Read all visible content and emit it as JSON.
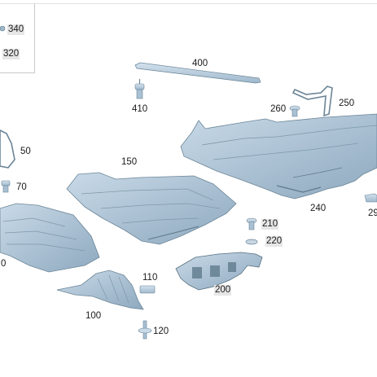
{
  "diagram": {
    "callouts": [
      {
        "id": "340",
        "label": "340",
        "highlight": true
      },
      {
        "id": "320",
        "label": "320",
        "highlight": true
      },
      {
        "id": "400",
        "label": "400",
        "highlight": false
      },
      {
        "id": "410",
        "label": "410",
        "highlight": false
      },
      {
        "id": "260",
        "label": "260",
        "highlight": false
      },
      {
        "id": "250",
        "label": "250",
        "highlight": false
      },
      {
        "id": "50",
        "label": "50",
        "highlight": false
      },
      {
        "id": "150",
        "label": "150",
        "highlight": false
      },
      {
        "id": "70",
        "label": "70",
        "highlight": false
      },
      {
        "id": "210",
        "label": "210",
        "highlight": true
      },
      {
        "id": "240",
        "label": "240",
        "highlight": false
      },
      {
        "id": "29x",
        "label": "29",
        "highlight": false
      },
      {
        "id": "220",
        "label": "220",
        "highlight": true
      },
      {
        "id": "10x",
        "label": "0",
        "highlight": false
      },
      {
        "id": "110",
        "label": "110",
        "highlight": false
      },
      {
        "id": "200",
        "label": "200",
        "highlight": true
      },
      {
        "id": "100",
        "label": "100",
        "highlight": false
      },
      {
        "id": "120",
        "label": "120",
        "highlight": false
      }
    ]
  },
  "colors": {
    "part_fill": "#b9cfe0",
    "part_shadow": "#8aa6bd",
    "part_dark": "#56707f",
    "label_highlight": "#e6e6e6"
  }
}
